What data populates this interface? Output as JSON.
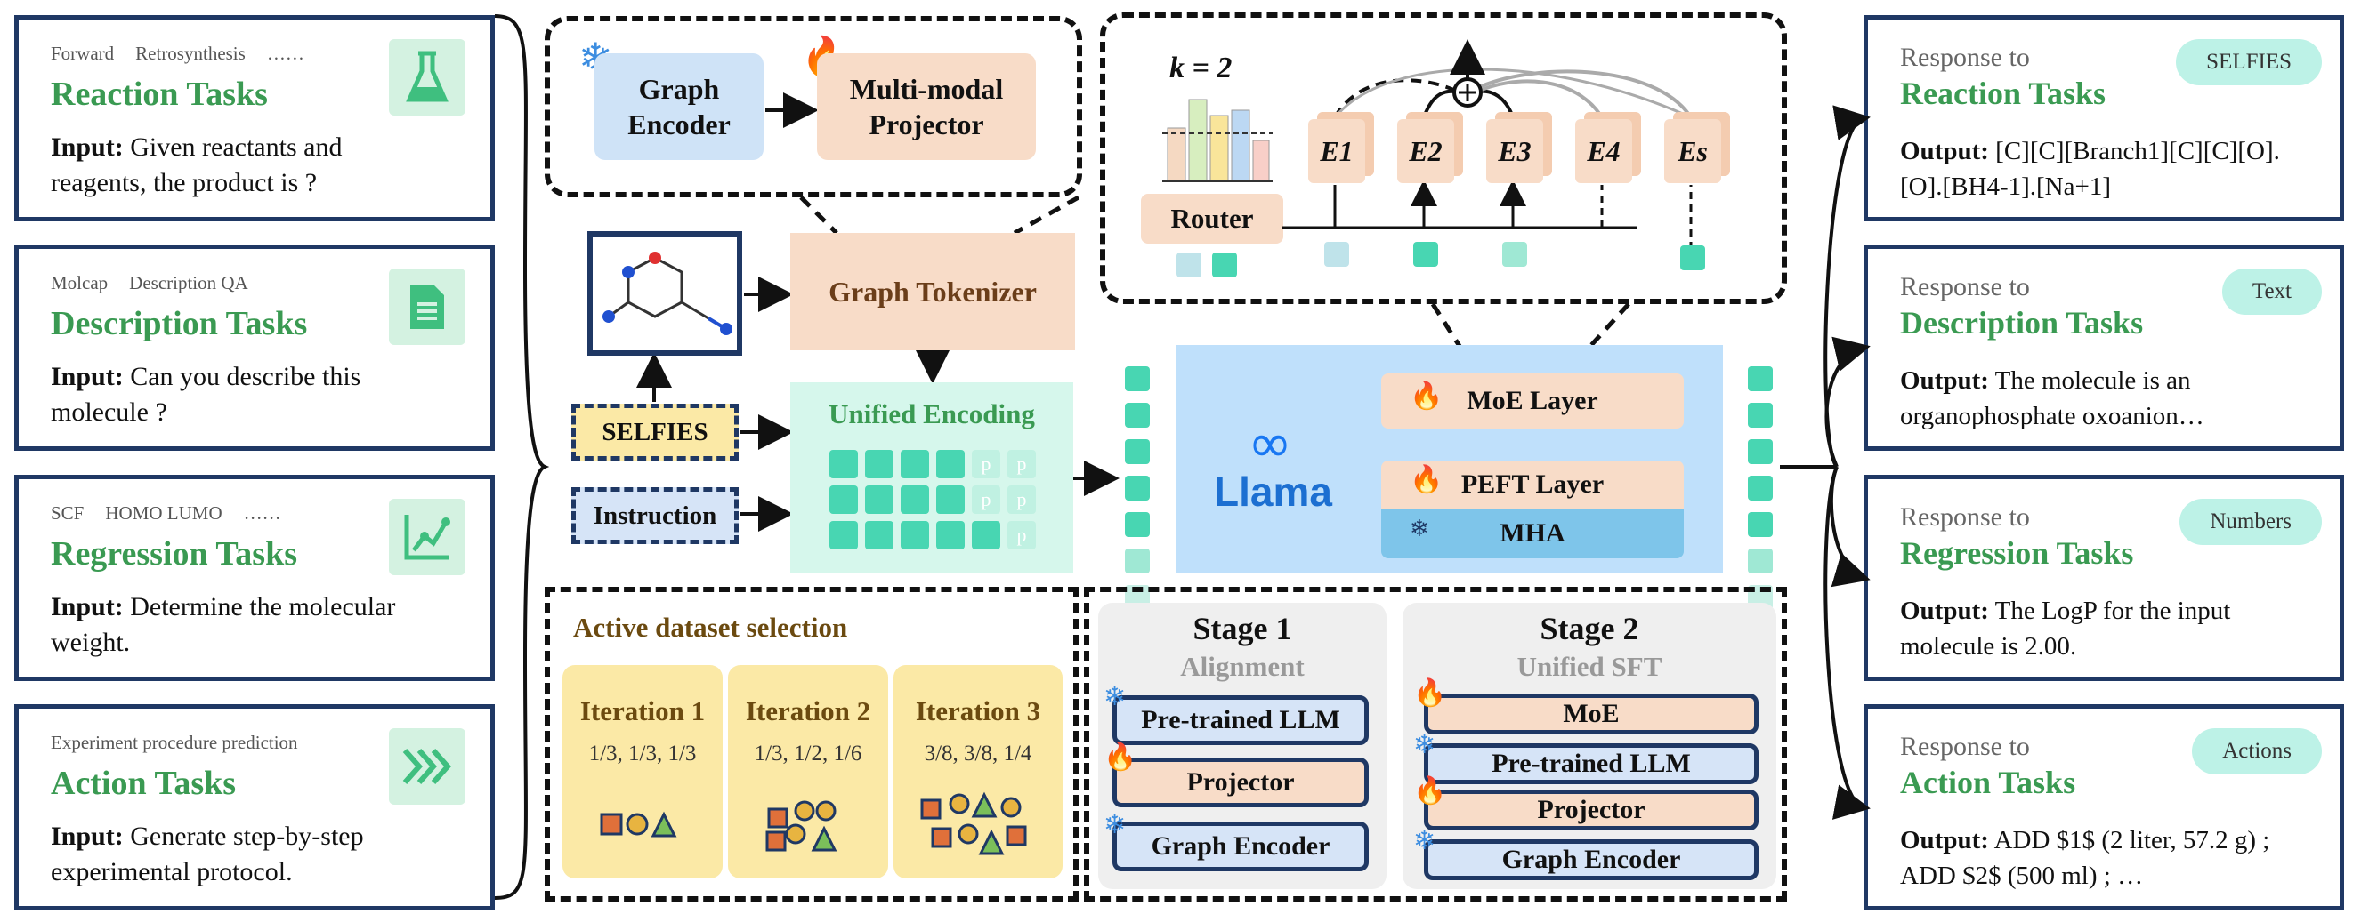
{
  "tasks": [
    {
      "subs": [
        "Forward",
        "Retrosynthesis",
        "……"
      ],
      "title": "Reaction Tasks",
      "input_label": "Input:",
      "input_text": " Given reactants and reagents, the product is ?",
      "icon": "beaker-icon"
    },
    {
      "subs": [
        "Molcap",
        "Description QA"
      ],
      "title": "Description Tasks",
      "input_label": "Input:",
      "input_text": " Can you describe this molecule ?",
      "icon": "document-icon"
    },
    {
      "subs": [
        "SCF",
        "HOMO LUMO",
        "……"
      ],
      "title": "Regression Tasks",
      "input_label": "Input:",
      "input_text": " Determine the molecular weight.",
      "icon": "line-chart-icon"
    },
    {
      "subs": [
        "Experiment procedure prediction"
      ],
      "title": "Action Tasks",
      "input_label": "Input:",
      "input_text": " Generate step-by-step experimental protocol.",
      "icon": "chevrons-icon"
    }
  ],
  "responses": [
    {
      "pre": "Response to",
      "title": "Reaction Tasks",
      "badge": "SELFIES",
      "output_label": "Output:",
      "output_text": " [C][C][Branch1][C][C][O].[O].[BH4-1].[Na+1]"
    },
    {
      "pre": "Response to",
      "title": "Description Tasks",
      "badge": "Text",
      "output_label": "Output:",
      "output_text": " The molecule is an organophosphate oxoanion…"
    },
    {
      "pre": "Response to",
      "title": "Regression Tasks",
      "badge": "Numbers",
      "output_label": "Output:",
      "output_text": " The LogP for the input molecule is 2.00."
    },
    {
      "pre": "Response to",
      "title": "Action Tasks",
      "badge": "Actions",
      "output_label": "Output:",
      "output_text": " ADD $1$ (2 liter, 57.2 g) ; ADD $2$ (500 ml) ; …"
    }
  ],
  "encoder": {
    "graph_encoder": "Graph Encoder",
    "projector": "Multi-modal Projector",
    "tokenizer": "Graph Tokenizer",
    "selfies": "SELFIES",
    "instruction": "Instruction",
    "unified": "Unified Encoding",
    "pad": "p"
  },
  "moe": {
    "k_label": "k = 2",
    "router": "Router",
    "experts": [
      "E1",
      "E2",
      "E3",
      "E4",
      "Es"
    ]
  },
  "llm": {
    "name": "Llama",
    "moe_layer": "MoE Layer",
    "peft_layer": "PEFT Layer",
    "mha": "MHA"
  },
  "active": {
    "title": "Active dataset selection",
    "iterations": [
      {
        "label": "Iteration 1",
        "values": "1/3, 1/3, 1/3"
      },
      {
        "label": "Iteration 2",
        "values": "1/3, 1/2, 1/6"
      },
      {
        "label": "Iteration 3",
        "values": "3/8, 3/8, 1/4"
      }
    ]
  },
  "stages": [
    {
      "title": "Stage 1",
      "subtitle": "Alignment",
      "items": [
        "Pre-trained LLM",
        "Projector",
        "Graph Encoder"
      ]
    },
    {
      "title": "Stage 2",
      "subtitle": "Unified SFT",
      "items": [
        "MoE",
        "Pre-trained LLM",
        "Projector",
        "Graph Encoder"
      ]
    }
  ],
  "colors": {
    "navy": "#1f3864",
    "green": "#3a9a52",
    "peach": "#f8dcc8",
    "blue": "#cfe3f7",
    "teal": "#48d6b2",
    "yellow": "#fbe9a6"
  }
}
